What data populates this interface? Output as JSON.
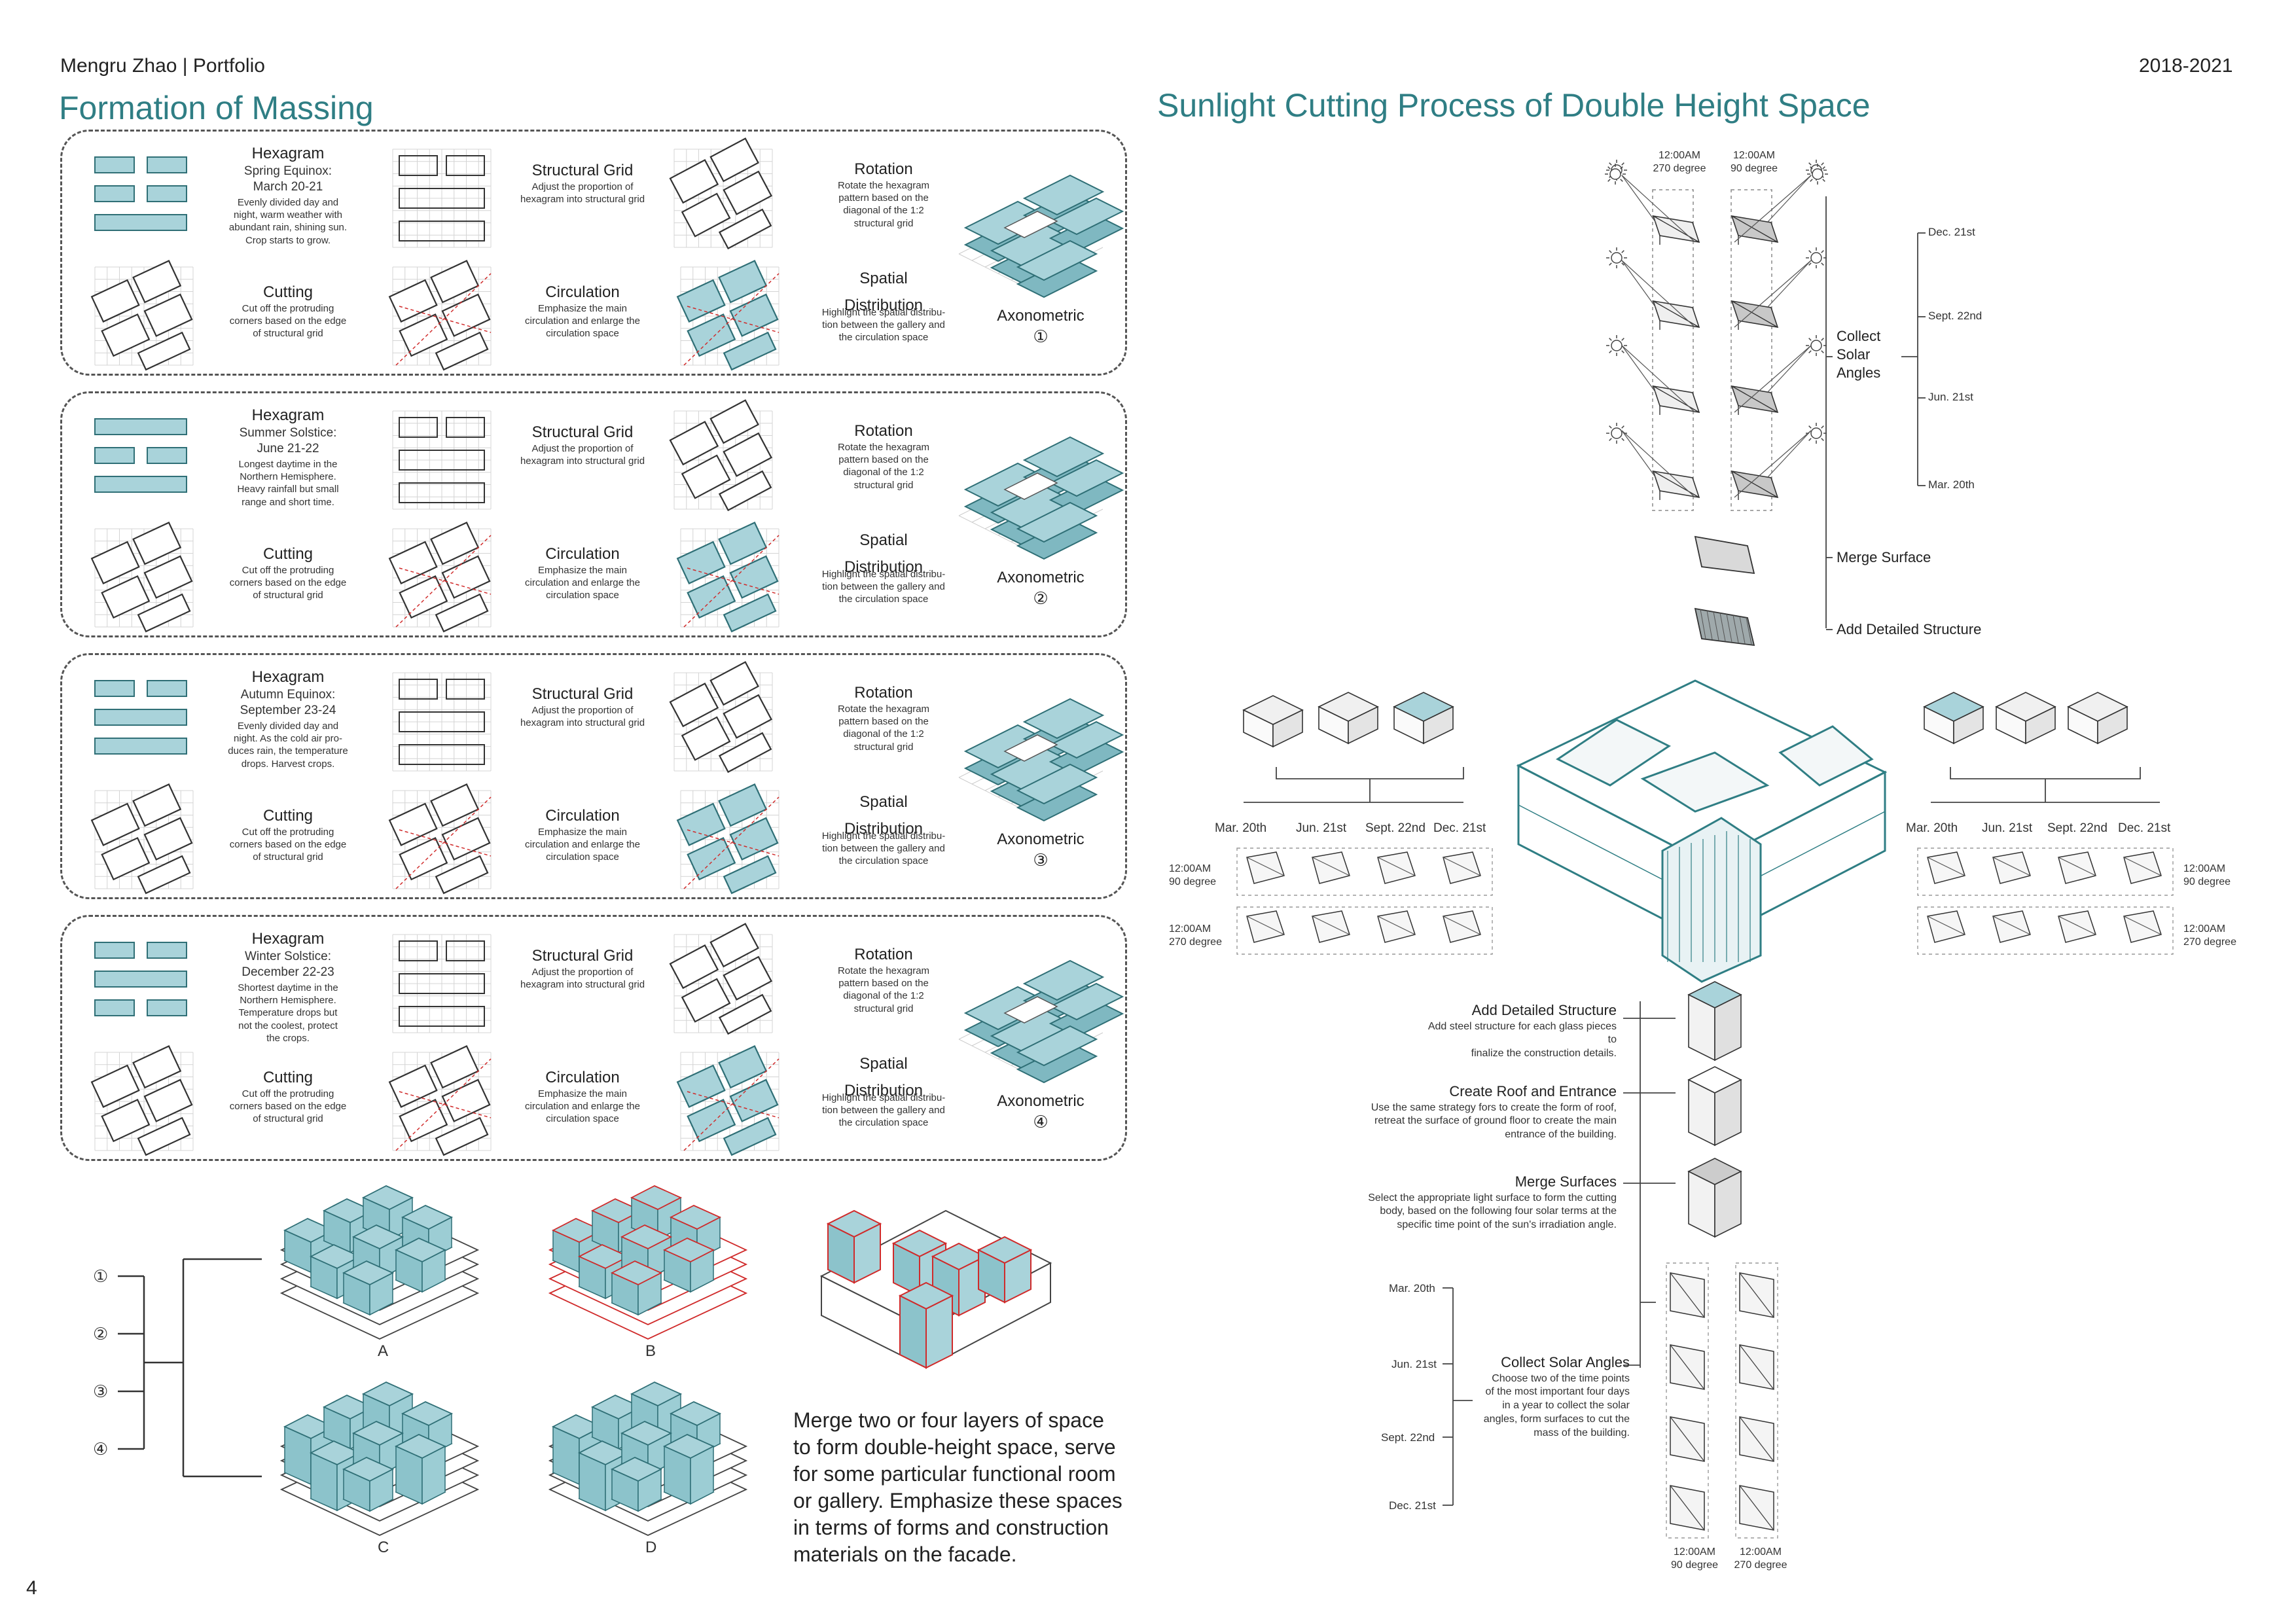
{
  "header": {
    "author": "Mengru Zhao | Portfolio",
    "years": "2018-2021",
    "page_number": "4"
  },
  "left_section": {
    "title": "Formation of Massing",
    "bands": [
      {
        "hex_title": "Hexagram",
        "season_lines": [
          "Spring Equinox:",
          "March 20-21"
        ],
        "season_desc": [
          "Evenly divided day and",
          "night, warm weather with",
          "abundant rain, shining sun.",
          "Crop starts to grow."
        ],
        "axo_number": "①"
      },
      {
        "hex_title": "Hexagram",
        "season_lines": [
          "Summer Solstice:",
          "June 21-22"
        ],
        "season_desc": [
          "Longest daytime in the",
          "Northern Hemisphere.",
          "Heavy rainfall but small",
          "range and short time."
        ],
        "axo_number": "②"
      },
      {
        "hex_title": "Hexagram",
        "season_lines": [
          "Autumn Equinox:",
          "September 23-24"
        ],
        "season_desc": [
          "Evenly divided day and",
          "night. As the cold air pro-",
          "duces rain, the temperature",
          "drops. Harvest crops."
        ],
        "axo_number": "③"
      },
      {
        "hex_title": "Hexagram",
        "season_lines": [
          "Winter Solstice:",
          "December 22-23"
        ],
        "season_desc": [
          "Shortest daytime in the",
          "Northern Hemisphere.",
          "Temperature drops but",
          "not the coolest, protect",
          "the crops."
        ],
        "axo_number": "④"
      }
    ],
    "steps": {
      "structural_grid": {
        "title": "Structural Grid",
        "desc": [
          "Adjust the proportion of",
          "hexagram into structural grid"
        ]
      },
      "rotation": {
        "title": "Rotation",
        "desc": [
          "Rotate the hexagram",
          "pattern based on the",
          "diagonal of the 1:2",
          "structural grid"
        ]
      },
      "cutting": {
        "title": "Cutting",
        "desc_first": [
          "Cut off the protruding",
          "corners based on the edge",
          "of structural grid"
        ],
        "desc_other": [
          "Cut off the protruding",
          "corners based on the edge",
          "of structural grid"
        ]
      },
      "circulation": {
        "title": "Circulation",
        "desc": [
          "Emphasize the main",
          "circulation and enlarge the",
          "circulation space"
        ]
      },
      "spatial": {
        "title": [
          "Spatial",
          "Distribution"
        ],
        "desc": [
          "Highlight the spatial distribu-",
          "tion between the gallery and",
          "the circulation space"
        ]
      },
      "axonometric": "Axonometric"
    },
    "combos": {
      "numbers": [
        "①",
        "②",
        "③",
        "④"
      ],
      "labels": [
        "A",
        "B",
        "C",
        "D"
      ]
    },
    "paragraph": [
      "Merge two or four layers of space",
      "to form double-height space, serve",
      "for some particular functional room",
      "or gallery.  Emphasize these spaces",
      "in terms of forms and construction",
      "materials on the facade."
    ]
  },
  "right_section": {
    "title": "Sunlight Cutting Process of Double Height Space",
    "top_diagram": {
      "col_headers": [
        [
          "12:00AM",
          "270 degree"
        ],
        [
          "12:00AM",
          "90 degree"
        ]
      ],
      "collect_label": [
        "Collect",
        "Solar",
        "Angles"
      ],
      "dates": [
        "Dec. 21st",
        "Sept. 22nd",
        "Jun. 21st",
        "Mar. 20th"
      ],
      "merge_label": "Merge Surface",
      "detail_label": "Add Detailed Structure"
    },
    "left_cluster": {
      "dates": [
        "Mar. 20th",
        "Jun. 21st",
        "Sept. 22nd",
        "Dec. 21st"
      ],
      "row_labels": [
        [
          "12:00AM",
          "90 degree"
        ],
        [
          "12:00AM",
          "270 degree"
        ]
      ]
    },
    "right_cluster": {
      "dates": [
        "Mar. 20th",
        "Jun. 21st",
        "Sept. 22nd",
        "Dec. 21st"
      ],
      "row_labels": [
        [
          "12:00AM",
          "90 degree"
        ],
        [
          "12:00AM",
          "270 degree"
        ]
      ]
    },
    "bottom_process": {
      "steps": [
        {
          "title": "Add Detailed Structure",
          "desc": [
            "Add steel structure for each glass pieces to",
            "finalize the construction details."
          ]
        },
        {
          "title": "Create Roof and Entrance",
          "desc": [
            "Use the same strategy fors to create the form of roof,",
            "retreat the surface of ground floor to create the main",
            "entrance of the building."
          ]
        },
        {
          "title": "Merge Surfaces",
          "desc": [
            "Select the appropriate light surface to form the cutting",
            "body, based on the following four solar terms at the",
            "specific time point of the sun's irradiation angle."
          ]
        },
        {
          "title": "Collect Solar Angles",
          "desc": [
            "Choose two of the time points",
            "of the most important four days",
            "in a year to collect the solar",
            "angles, form surfaces to cut the",
            "mass of the building."
          ]
        }
      ],
      "dates": [
        "Mar. 20th",
        "Jun. 21st",
        "Sept. 22nd",
        "Dec. 21st"
      ],
      "col_footers": [
        [
          "12:00AM",
          "90 degree"
        ],
        [
          "12:00AM",
          "270 degree"
        ]
      ]
    },
    "colors": {
      "accent": "#2f7e84",
      "glass": "#a9d3da",
      "red_line": "#d02a2a"
    }
  }
}
